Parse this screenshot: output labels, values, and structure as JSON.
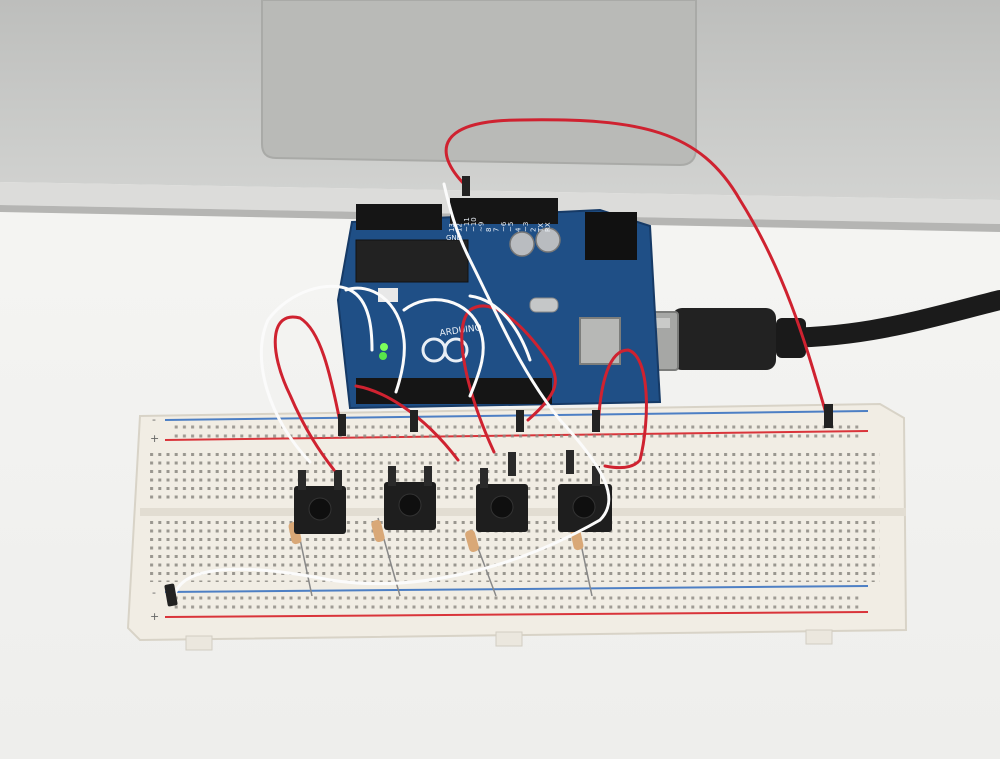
{
  "photo": {
    "colors": {
      "laptop": "#c9cac8",
      "trackpad": "#bfc0be",
      "table": "#f3f3f1",
      "board": "#1f4f86",
      "breadboard": "#f1ede4",
      "rail_red": "#d9343a",
      "rail_blue": "#4d7fc4",
      "wire_red": "#cf2230",
      "wire_white": "#fbfbfb",
      "usb_cable": "#1b1b1b",
      "button": "#1e1e1e"
    },
    "board": {
      "brand": "ARDUINO",
      "gnd_label": "GND",
      "pin_labels": [
        "13",
        "12",
        "~11",
        "~10",
        "~9",
        "8",
        "7",
        "~6",
        "~5",
        "4",
        "~3",
        "2",
        "TX",
        "RX"
      ]
    },
    "breadboard": {
      "rail_signs": [
        "+",
        "-",
        "+",
        "-"
      ]
    },
    "buttons": [
      {
        "id": 1
      },
      {
        "id": 2
      },
      {
        "id": 3
      },
      {
        "id": 4
      }
    ]
  }
}
